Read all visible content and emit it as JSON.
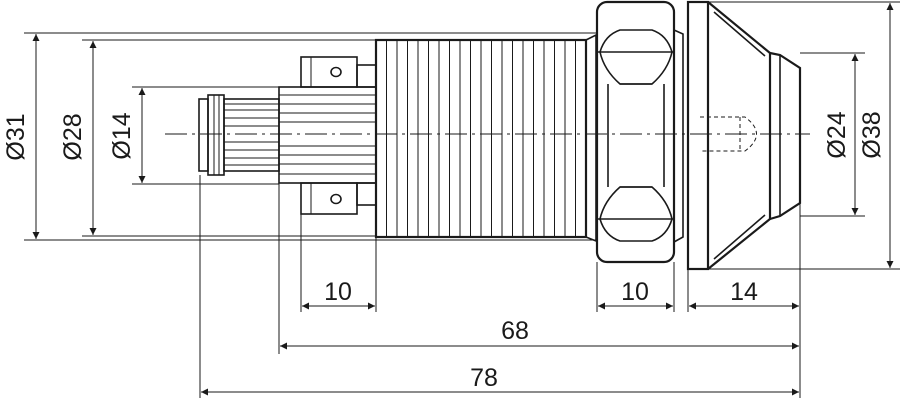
{
  "drawing": {
    "dimensions": {
      "dia_31": "Ø31",
      "dia_28": "Ø28",
      "dia_14": "Ø14",
      "dia_24": "Ø24",
      "dia_38": "Ø38",
      "len_10_terminal": "10",
      "len_10_nut": "10",
      "len_14_bezel": "14",
      "len_68": "68",
      "len_78": "78"
    },
    "colors": {
      "line": "#1a1a1a",
      "background": "#ffffff"
    }
  }
}
